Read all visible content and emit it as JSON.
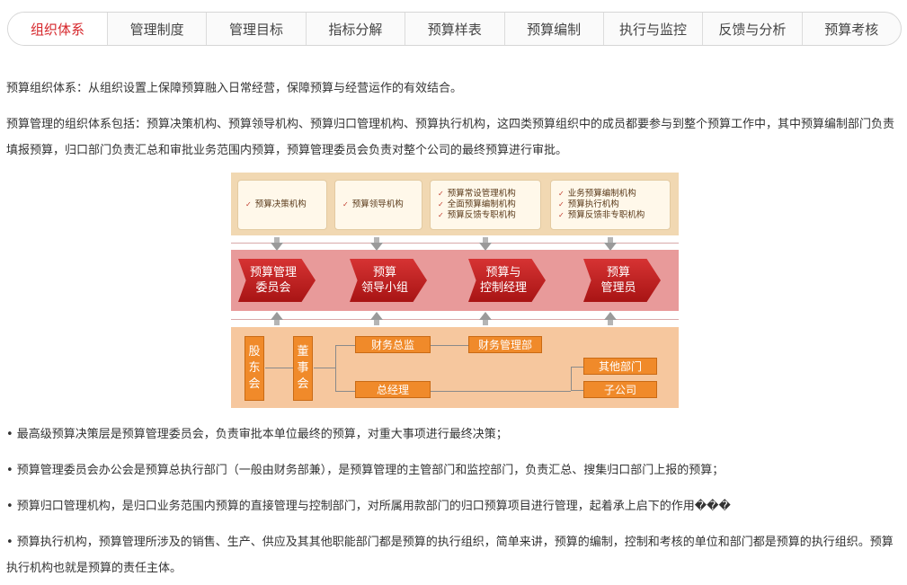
{
  "tabs": [
    {
      "label": "组织体系",
      "active": true
    },
    {
      "label": "管理制度"
    },
    {
      "label": "管理目标"
    },
    {
      "label": "指标分解"
    },
    {
      "label": "预算样表"
    },
    {
      "label": "预算编制"
    },
    {
      "label": "执行与监控"
    },
    {
      "label": "反馈与分析"
    },
    {
      "label": "预算考核"
    }
  ],
  "content": {
    "intro": "预算组织体系：从组织设置上保障预算融入日常经营，保障预算与经营运作的有效结合。",
    "org": "预算管理的组织体系包括：预算决策机构、预算领导机构、预算归口管理机构、预算执行机构，这四类预算组织中的成员都要参与到整个预算工作中，其中预算编制部门负责填报预算，归口部门负责汇总和审批业务范围内预算，预算管理委员会负责对整个公司的最终预算进行审批。",
    "bullets": [
      "• 最高级预算决策层是预算管理委员会，负责审批本单位最终的预算，对重大事项进行最终决策；",
      "• 预算管理委员会办公会是预算总执行部门（一般由财务部兼），是预算管理的主管部门和监控部门，负责汇总、搜集归口部门上报的预算；",
      "• 预算归口管理机构，是归口业务范围内预算的直接管理与控制部门，对所属用款部门的归口预算项目进行管理，起着承上启下的作用���",
      "• 预算执行机构，预算管理所涉及的销售、生产、供应及其其他职能部门都是预算的执行组织，简单来讲，预算的编制，控制和考核的单位和部门都是预算的执行组织。预算执行机构也就是预算的责任主体。"
    ]
  },
  "diagram": {
    "top_boxes": [
      {
        "lines": [
          "预算决策机构"
        ]
      },
      {
        "lines": [
          "预算领导机构"
        ]
      },
      {
        "lines": [
          "预算常设管理机构",
          "全面预算编制机构",
          "预算反馈专职机构"
        ]
      },
      {
        "lines": [
          "业务预算编制机构",
          "预算执行机构",
          "预算反馈非专职机构"
        ]
      }
    ],
    "roles": [
      {
        "line1": "预算管理",
        "line2": "委员会"
      },
      {
        "line1": "预算",
        "line2": "领导小组"
      },
      {
        "line1": "预算与",
        "line2": "控制经理"
      },
      {
        "line1": "预算",
        "line2": "管理员"
      }
    ],
    "org": {
      "shareholders": "股东会",
      "board": "董事会",
      "cfo": "财务总监",
      "finance_dept": "财务管理部",
      "gm": "总经理",
      "other_depts": "其他部门",
      "subsidiary": "子公司"
    },
    "colors": {
      "accent": "#d6262b",
      "role": "#c0201f",
      "org": "#f08a2a"
    }
  },
  "icons": {
    "tick": "✓"
  }
}
